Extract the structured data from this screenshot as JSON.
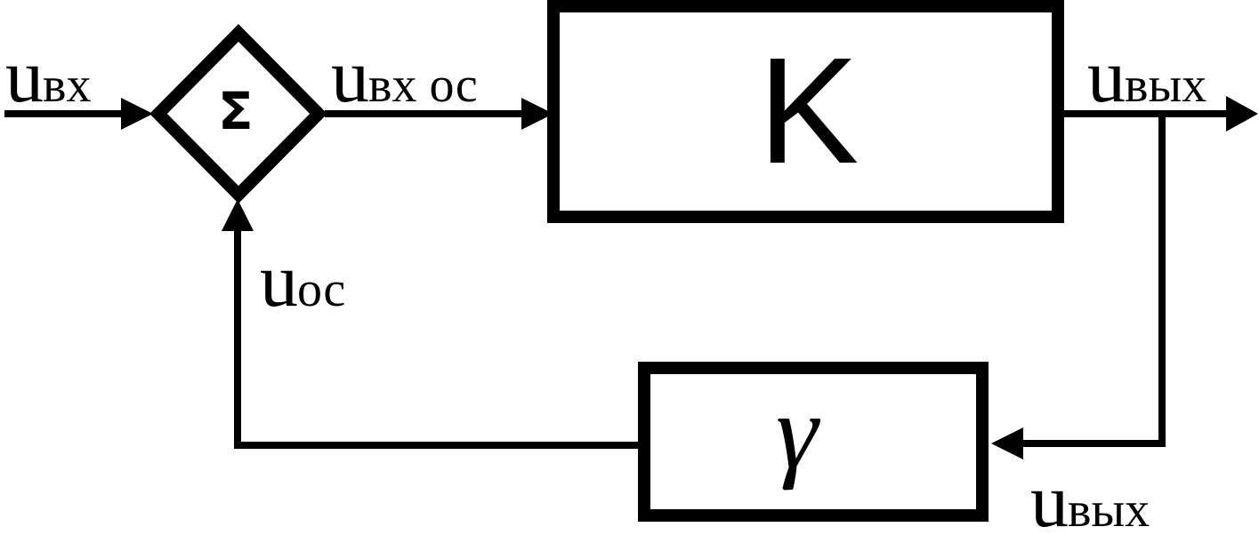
{
  "colors": {
    "stroke": "#000000",
    "background": "#ffffff"
  },
  "summer": {
    "symbol": "Σ"
  },
  "blocks": {
    "forward": {
      "label": "K"
    },
    "feedback": {
      "label": "γ"
    }
  },
  "signals": {
    "input": {
      "main": "u",
      "sub": "вх"
    },
    "summer_output": {
      "main": "u",
      "sub": "вх ос"
    },
    "output": {
      "main": "u",
      "sub": "вых"
    },
    "feedback": {
      "main": "u",
      "sub": "ос"
    },
    "feedback_input": {
      "main": "u",
      "sub": "вых"
    }
  }
}
